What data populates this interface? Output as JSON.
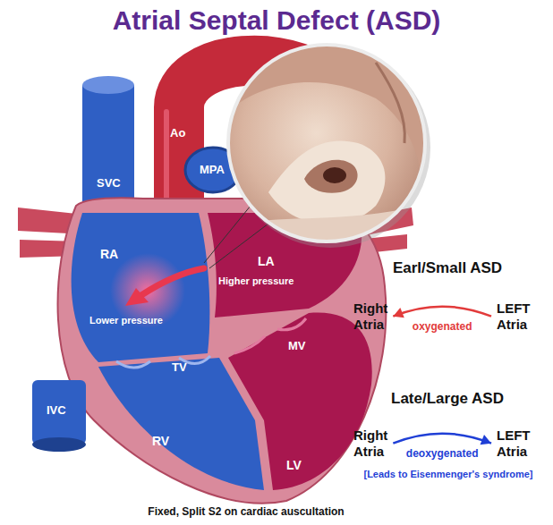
{
  "diagram": {
    "title": "Atrial Septal Defect (ASD)",
    "caption": "Fixed, Split S2 on cardiac auscultation",
    "nodes": [
      {
        "text": [
          "Right Atria"
        ]
      },
      {
        "text": [
          "LEFT Atria"
        ]
      },
      {
        "text": [
          "Right Atria"
        ]
      },
      {
        "text": [
          "LEFT Atria"
        ]
      }
    ],
    "edges": [
      {
        "from": 1,
        "to": 0,
        "arrow": "to",
        "label": "oxygenated"
      },
      {
        "from": 2,
        "to": 3,
        "arrow": "to",
        "label": "deoxygenated"
      }
    ],
    "labels": [
      "Ao",
      "SVC",
      "MPA",
      "RA",
      "LA",
      "Higher pressure",
      "Lower pressure",
      "MV",
      "TV",
      "IVC",
      "RV",
      "LV",
      "Earl/Small ASD",
      "Late/Large ASD",
      "[Leads to Eisenmenger's syndrome]"
    ]
  }
}
